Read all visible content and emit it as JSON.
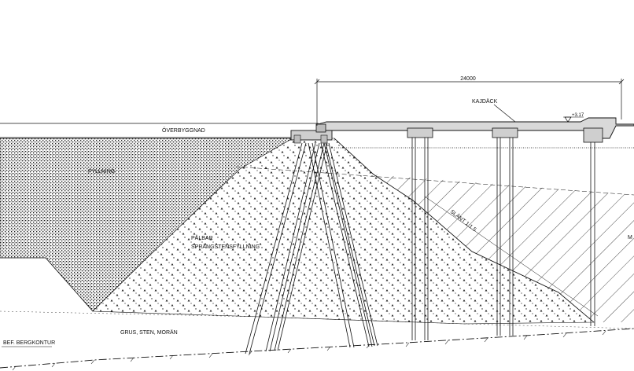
{
  "labels": {
    "dimension": "24000",
    "deck": "KAJDÄCK",
    "level": "+3.17",
    "superstructure": "ÖVERBYGGNAD",
    "fill": "FYLLNING",
    "rock_fill_line1": "PÅLBAR",
    "rock_fill_line2": "SPRÄNGSTENSFYLLNING",
    "slope": "SLÄNT 1:1.5",
    "soil": "GRUS, STEN, MORÄN",
    "bedrock": "BEF. BERGKONTUR",
    "edge_fragment": "M"
  },
  "colors": {
    "line": "#111111",
    "fill_dots": "#222222",
    "deck_fill": "#d9d9d9",
    "background": "#ffffff"
  }
}
